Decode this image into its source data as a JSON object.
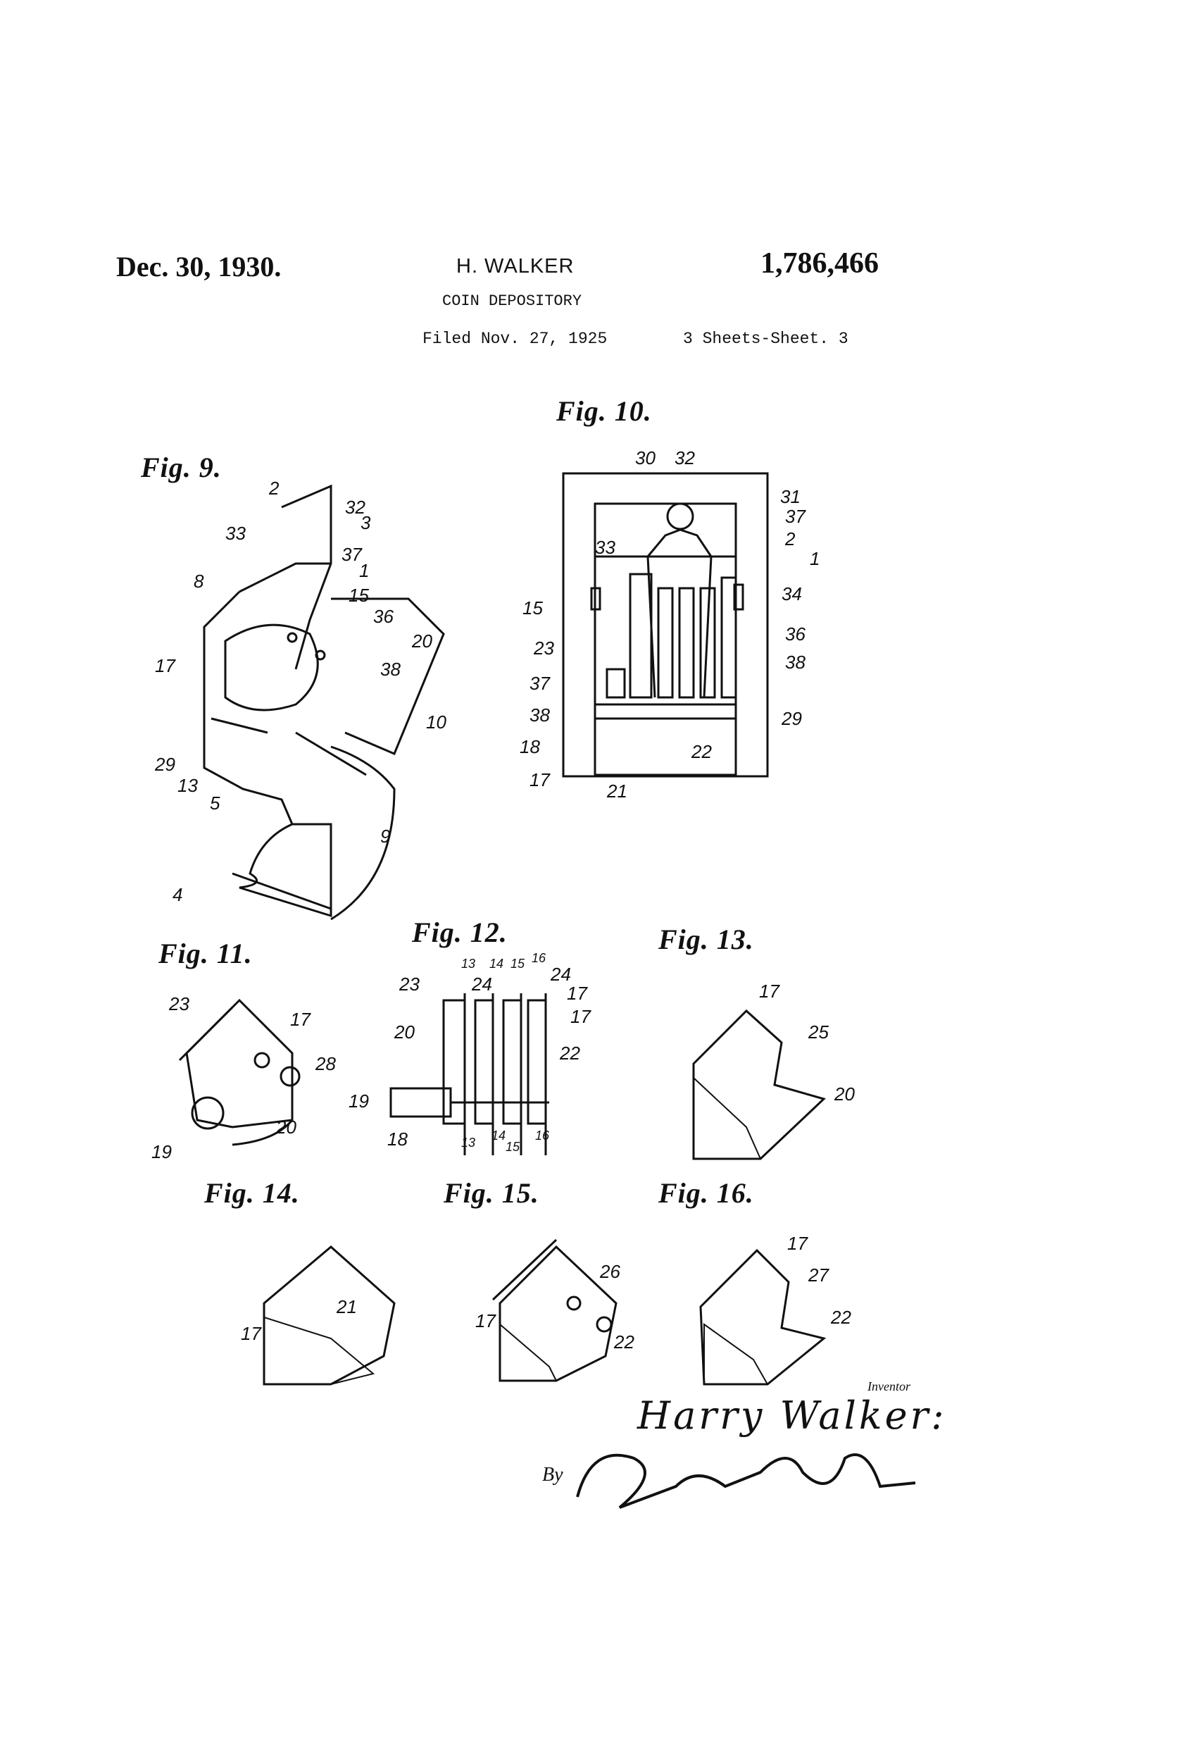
{
  "header": {
    "date": "Dec. 30, 1930.",
    "inventor": "H. WALKER",
    "patent_number": "1,786,466",
    "title": "COIN DEPOSITORY",
    "filed": "Filed Nov. 27, 1925",
    "sheets": "3 Sheets-Sheet. 3"
  },
  "figures": {
    "fig9": "Fig. 9.",
    "fig10": "Fig. 10.",
    "fig11": "Fig. 11.",
    "fig12": "Fig. 12.",
    "fig13": "Fig. 13.",
    "fig14": "Fig. 14.",
    "fig15": "Fig. 15.",
    "fig16": "Fig. 16."
  },
  "references": {
    "fig9": [
      "2",
      "32",
      "3",
      "33",
      "37",
      "1",
      "8",
      "15",
      "36",
      "20",
      "17",
      "38",
      "10",
      "29",
      "13",
      "5",
      "9",
      "4"
    ],
    "fig10": [
      "30",
      "32",
      "31",
      "37",
      "33",
      "2",
      "1",
      "34",
      "15",
      "23",
      "36",
      "37",
      "38",
      "38",
      "18",
      "29",
      "17",
      "22",
      "21"
    ],
    "fig11": [
      "23",
      "17",
      "28",
      "20",
      "19"
    ],
    "fig12": [
      "13",
      "14",
      "15",
      "16",
      "23",
      "24",
      "24",
      "17",
      "17",
      "20",
      "22",
      "19",
      "18",
      "13",
      "14",
      "15",
      "16"
    ],
    "fig13": [
      "17",
      "25",
      "20"
    ],
    "fig14": [
      "21",
      "17"
    ],
    "fig15": [
      "26",
      "17",
      "22"
    ],
    "fig16": [
      "17",
      "27",
      "22"
    ]
  },
  "signature": {
    "inventor_caption": "Inventor",
    "inventor_name": "Harry Walker:",
    "by": "By",
    "attorney": "Clarence A. O'Brien."
  }
}
